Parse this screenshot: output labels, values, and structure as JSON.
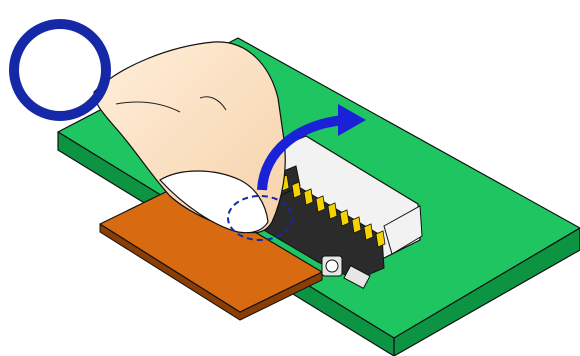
{
  "diagram": {
    "kind": "connector-operation-illustration",
    "indicator": {
      "symbol": "circle-ok"
    },
    "motion": {
      "direction": "lift-up-rotate-back"
    },
    "colors": {
      "pcb": "#1ec560",
      "pcb_side": "#0c9442",
      "fpc": "#d86a12",
      "fpc_edge": "#8a3d05",
      "connector": "#2b2b2b",
      "connector_light": "#f2f2f2",
      "contacts": "#f5d300",
      "finger": "#fde3c4",
      "arrow": "#1a22d8",
      "indicator": "#1428a8",
      "outline": "#111111"
    }
  }
}
